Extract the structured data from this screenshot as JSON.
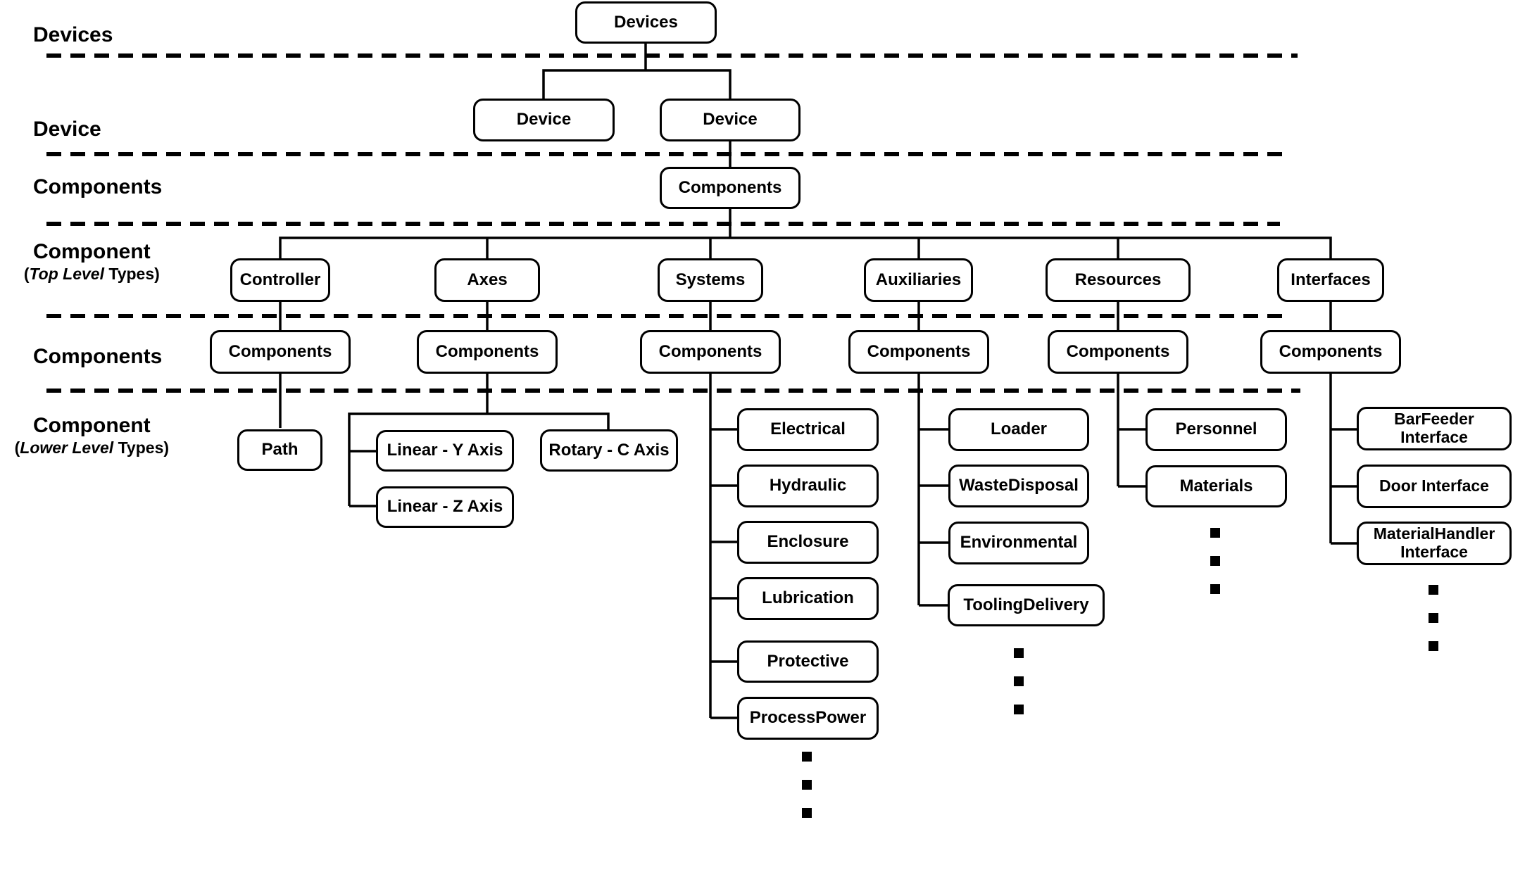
{
  "colors": {
    "background": "#ffffff",
    "line": "#000000",
    "text": "#000000"
  },
  "row_labels": [
    {
      "title": "Devices"
    },
    {
      "title": "Device"
    },
    {
      "title": "Components"
    },
    {
      "title": "Component",
      "subtitle": {
        "prefix": "(",
        "italic": "Top Level",
        "suffix": " Types)"
      }
    },
    {
      "title": "Components"
    },
    {
      "title": "Component",
      "subtitle": {
        "prefix": "(",
        "italic": "Lower Level",
        "suffix": " Types)"
      }
    }
  ],
  "tree": {
    "root": {
      "label": "Devices"
    },
    "devices": [
      {
        "label": "Device"
      },
      {
        "label": "Device"
      }
    ],
    "components_container": {
      "label": "Components"
    },
    "columns": [
      {
        "type": {
          "label": "Controller"
        },
        "components": {
          "label": "Components"
        },
        "children": [
          {
            "label": "Path"
          }
        ],
        "has_more": false
      },
      {
        "type": {
          "label": "Axes"
        },
        "components": {
          "label": "Components"
        },
        "children": [
          {
            "label": "Linear - Y Axis"
          },
          {
            "label": "Rotary - C Axis"
          },
          {
            "label": "Linear - Z Axis"
          }
        ],
        "has_more": false
      },
      {
        "type": {
          "label": "Systems"
        },
        "components": {
          "label": "Components"
        },
        "children": [
          {
            "label": "Electrical"
          },
          {
            "label": "Hydraulic"
          },
          {
            "label": "Enclosure"
          },
          {
            "label": "Lubrication"
          },
          {
            "label": "Protective"
          },
          {
            "label": "ProcessPower"
          }
        ],
        "has_more": true
      },
      {
        "type": {
          "label": "Auxiliaries"
        },
        "components": {
          "label": "Components"
        },
        "children": [
          {
            "label": "Loader"
          },
          {
            "label": "WasteDisposal"
          },
          {
            "label": "Environmental"
          },
          {
            "label": "ToolingDelivery"
          }
        ],
        "has_more": true
      },
      {
        "type": {
          "label": "Resources"
        },
        "components": {
          "label": "Components"
        },
        "children": [
          {
            "label": "Personnel"
          },
          {
            "label": "Materials"
          }
        ],
        "has_more": true
      },
      {
        "type": {
          "label": "Interfaces"
        },
        "components": {
          "label": "Components"
        },
        "children": [
          {
            "label": "BarFeeder Interface"
          },
          {
            "label": "Door Interface"
          },
          {
            "label": "MaterialHandler Interface"
          }
        ],
        "has_more": true
      }
    ]
  }
}
